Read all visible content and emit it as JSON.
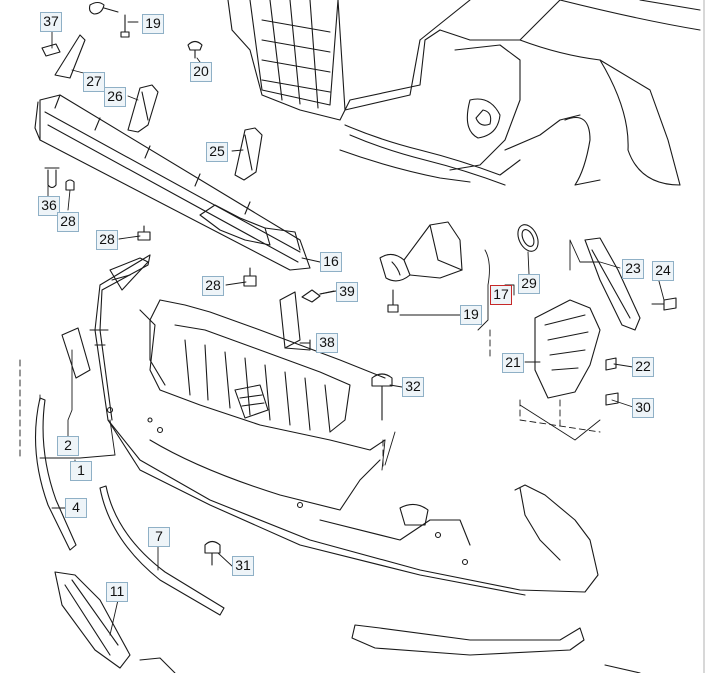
{
  "diagram": {
    "highlighted_part": "17",
    "callouts": [
      {
        "id": "c37",
        "label": "37"
      },
      {
        "id": "c19a",
        "label": "19"
      },
      {
        "id": "c20",
        "label": "20"
      },
      {
        "id": "c27",
        "label": "27"
      },
      {
        "id": "c26",
        "label": "26"
      },
      {
        "id": "c25",
        "label": "25"
      },
      {
        "id": "c36",
        "label": "36"
      },
      {
        "id": "c28a",
        "label": "28"
      },
      {
        "id": "c28b",
        "label": "28"
      },
      {
        "id": "c16",
        "label": "16"
      },
      {
        "id": "c28c",
        "label": "28"
      },
      {
        "id": "c39",
        "label": "39"
      },
      {
        "id": "c17",
        "label": "17"
      },
      {
        "id": "c29",
        "label": "29"
      },
      {
        "id": "c23",
        "label": "23"
      },
      {
        "id": "c24",
        "label": "24"
      },
      {
        "id": "c19b",
        "label": "19"
      },
      {
        "id": "c38",
        "label": "38"
      },
      {
        "id": "c21",
        "label": "21"
      },
      {
        "id": "c22",
        "label": "22"
      },
      {
        "id": "c32",
        "label": "32"
      },
      {
        "id": "c30",
        "label": "30"
      },
      {
        "id": "c2",
        "label": "2"
      },
      {
        "id": "c1",
        "label": "1"
      },
      {
        "id": "c4",
        "label": "4"
      },
      {
        "id": "c7",
        "label": "7"
      },
      {
        "id": "c31",
        "label": "31"
      },
      {
        "id": "c11",
        "label": "11"
      }
    ]
  },
  "colors": {
    "line": "#1a1a1a",
    "callout_border": "#8fb0c6",
    "callout_fill": "#eef4f8",
    "highlight_border": "#c62828"
  }
}
